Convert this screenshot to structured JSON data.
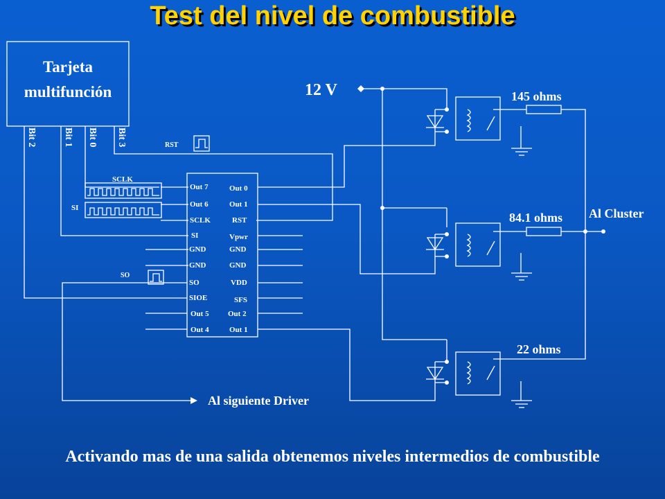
{
  "title": "Test del nivel de combustible",
  "card": {
    "line1": "Tarjeta",
    "line2": "multifunción"
  },
  "bits": [
    "Bit 2",
    "Bit 1",
    "Bit 0",
    "Bit 3"
  ],
  "signals": {
    "rst": "RST",
    "sclk": "SCLK",
    "si": "SI",
    "so": "SO"
  },
  "chip": {
    "left_pins": [
      "Out 7",
      "Out 6",
      "SCLK",
      "SI",
      "GND",
      "GND",
      "SO",
      "SIOE",
      "Out 5",
      "Out 4"
    ],
    "right_pins": [
      "Out 0",
      "Out 1",
      "RST",
      "Vpwr",
      "GND",
      "GND",
      "VDD",
      "SFS",
      "Out 2",
      "Out 1"
    ]
  },
  "supply": "12 V",
  "resistors": [
    "145 ohms",
    "84.1 ohms",
    "22 ohms"
  ],
  "output_label": "Al Cluster",
  "next_driver": "Al siguiente Driver",
  "footer": "Activando mas de una salida obtenemos niveles intermedios de combustible",
  "colors": {
    "title": "#ffd200",
    "background": "#0a58c4",
    "lines": "#ffffff"
  }
}
